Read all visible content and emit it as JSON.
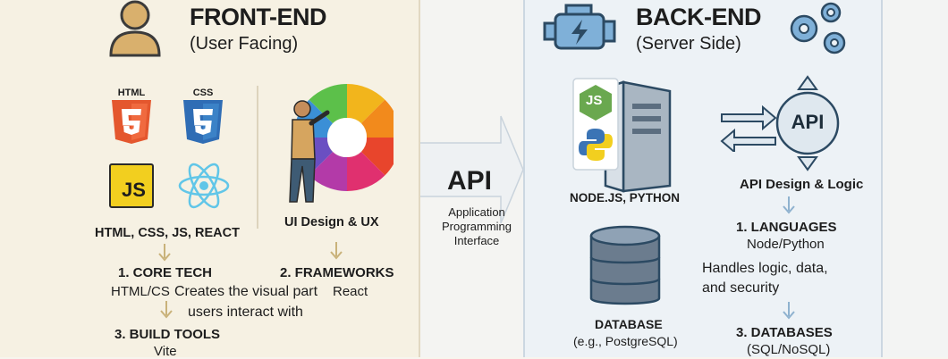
{
  "front": {
    "title": "FRONT-END",
    "subtitle": "(User Facing)",
    "tech_icons": {
      "html": "HTML",
      "css": "CSS",
      "js": "JS"
    },
    "tech_caption": "HTML, CSS, JS, REACT",
    "ui_caption": "UI Design & UX",
    "core_tech_title": "1. CORE TECH",
    "core_tech_value": "HTML/CS",
    "frameworks_title": "2. FRAMEWORKS",
    "frameworks_value": "React",
    "description_line1": "Creates the visual part",
    "description_line2": "users interact with",
    "build_tools_title": "3. BUILD TOOLS",
    "build_tools_value": "Vite"
  },
  "middle": {
    "api_title": "API",
    "api_line1": "Application",
    "api_line2": "Programming",
    "api_line3": "Interface"
  },
  "back": {
    "title": "BACK-END",
    "subtitle": "(Server Side)",
    "server_caption": "NODE.JS, PYTHON",
    "node_badge": "JS",
    "api_circle": "API",
    "api_caption": "API Design & Logic",
    "languages_title": "1. LANGUAGES",
    "languages_value": "Node/Python",
    "description_line1": "Handles logic, data,",
    "description_line2": "and security",
    "database_title": "DATABASE",
    "database_value": "(e.g., PostgreSQL)",
    "databases_title": "3. DATABASES",
    "databases_value": "(SQL/NoSQL)"
  },
  "colors": {
    "html_orange": "#e4572e",
    "css_blue": "#2f6db5",
    "js_yellow": "#f2cf1f",
    "react_cyan": "#61c6e8",
    "node_green": "#6aa84f",
    "arrow_tan": "#c9b27a",
    "arrow_blue": "#8fb2cf",
    "navy": "#2c4a63"
  }
}
